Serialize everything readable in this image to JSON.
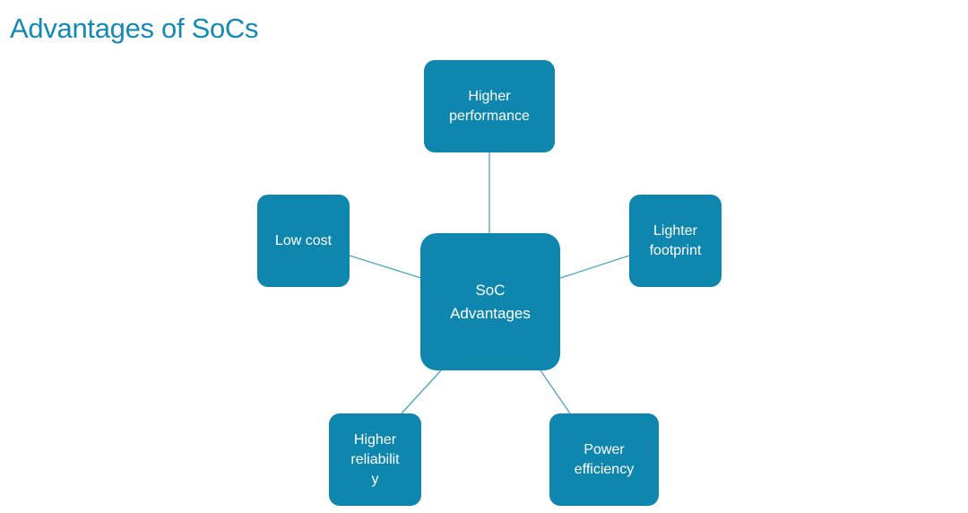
{
  "slide": {
    "title": "Advantages of SoCs"
  },
  "colors": {
    "title": "#1489b4",
    "node_fill": "#0f86ad",
    "connector": "#4aa3c2"
  },
  "diagram": {
    "center": "SoC\nAdvantages",
    "nodes": [
      {
        "id": "higher-performance",
        "label": "Higher\nperformance"
      },
      {
        "id": "lighter-footprint",
        "label": "Lighter\nfootprint"
      },
      {
        "id": "power-efficiency",
        "label": "Power\nefficiency"
      },
      {
        "id": "higher-reliability",
        "label": "Higher\nreliabilit\ny"
      },
      {
        "id": "low-cost",
        "label": "Low cost"
      }
    ]
  }
}
